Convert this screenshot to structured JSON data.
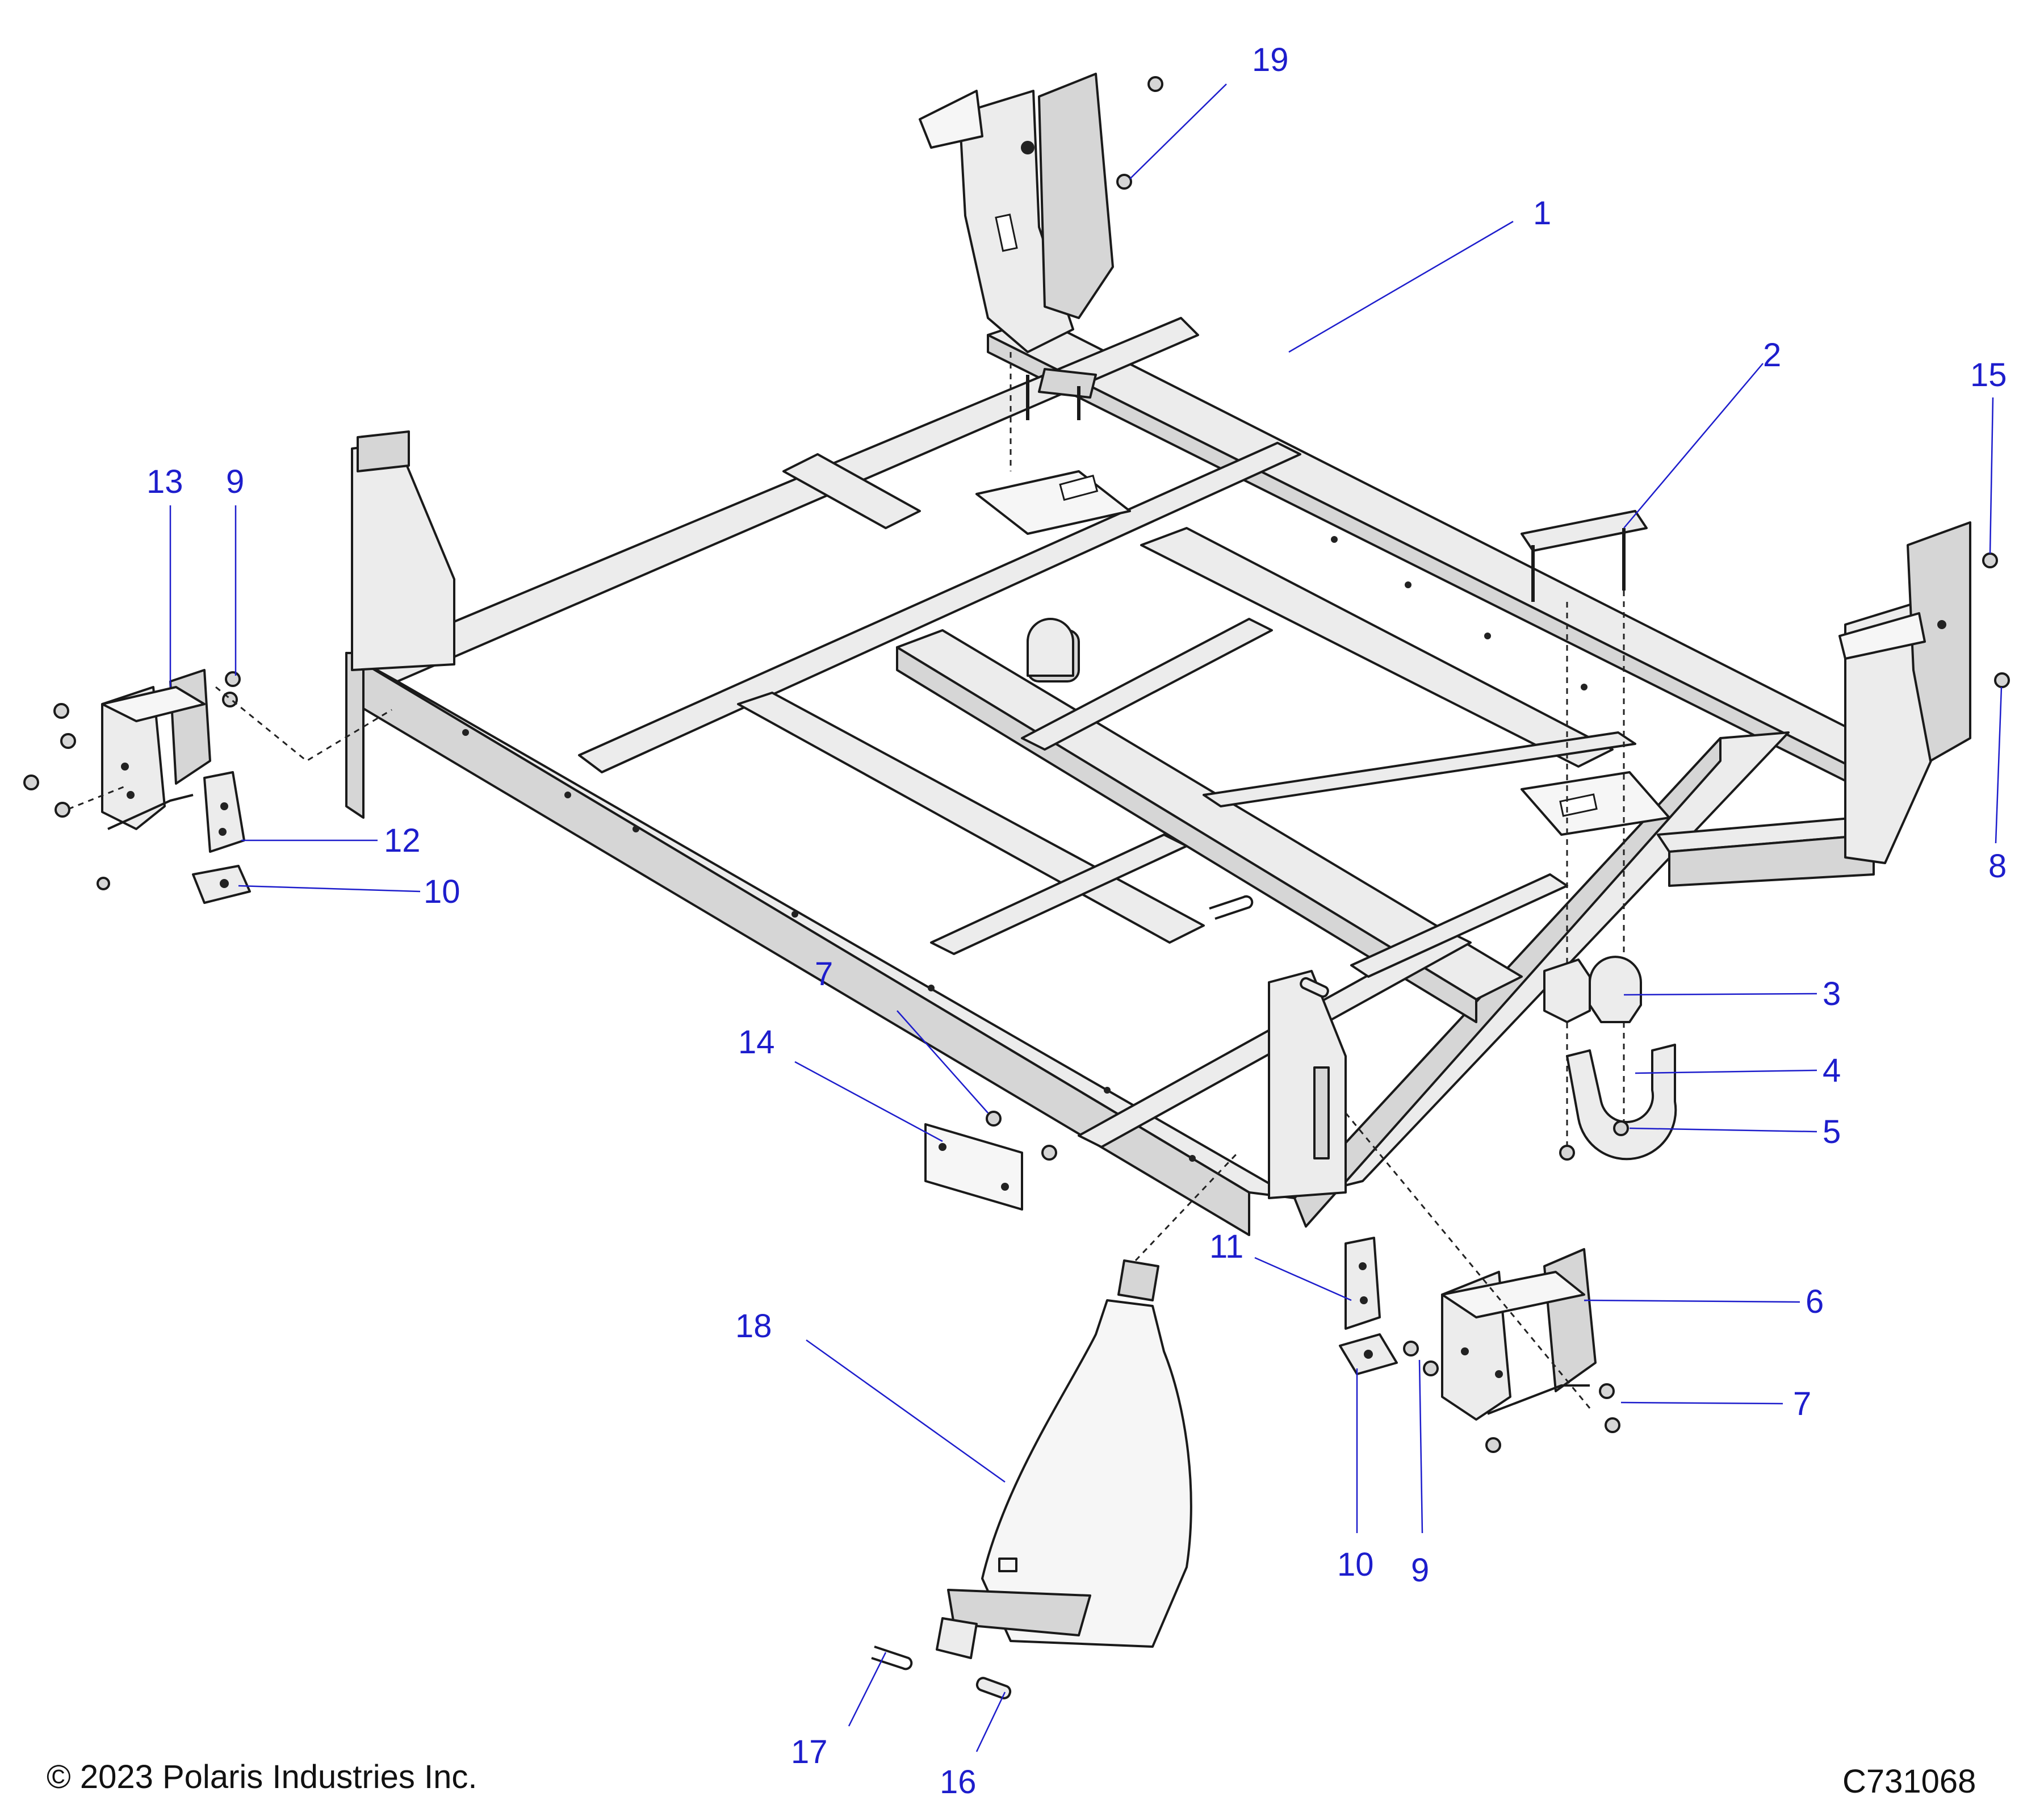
{
  "callouts": {
    "c1": "1",
    "c2": "2",
    "c3": "3",
    "c4": "4",
    "c5": "5",
    "c6": "6",
    "c7a": "7",
    "c7b": "7",
    "c8": "8",
    "c9a": "9",
    "c9b": "9",
    "c10a": "10",
    "c10b": "10",
    "c11": "11",
    "c12": "12",
    "c13": "13",
    "c14": "14",
    "c15": "15",
    "c16": "16",
    "c17": "17",
    "c18": "18",
    "c19": "19"
  },
  "footer": {
    "copyright": "© 2023 Polaris Industries Inc.",
    "figure_id": "C731068"
  },
  "colors": {
    "callout": "#1d1dcc",
    "part_fill": "#ececec",
    "outline": "#1a1a1a"
  }
}
